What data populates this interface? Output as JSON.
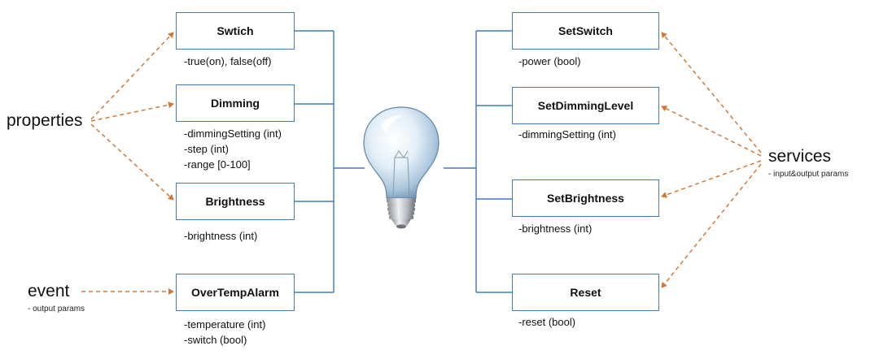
{
  "colors": {
    "box_border": "#3f7bc0",
    "connector": "#3f7bc0",
    "arrow": "#d07a3a"
  },
  "labels": {
    "properties": "properties",
    "event": "event",
    "event_sub": "- output params",
    "services": "services",
    "services_sub": "- input&output params"
  },
  "properties": [
    {
      "name": "Swtich",
      "params": [
        "-true(on), false(off)"
      ]
    },
    {
      "name": "Dimming",
      "params": [
        "-dimmingSetting (int)",
        "-step (int)",
        "-range [0-100]"
      ]
    },
    {
      "name": "Brightness",
      "params": [
        "-brightness (int)"
      ]
    }
  ],
  "event": {
    "name": "OverTempAlarm",
    "params": [
      "-temperature (int)",
      "-switch (bool)"
    ]
  },
  "services": [
    {
      "name": "SetSwitch",
      "params": [
        "-power (bool)"
      ]
    },
    {
      "name": "SetDimmingLevel",
      "params": [
        "-dimmingSetting (int)"
      ]
    },
    {
      "name": "SetBrightness",
      "params": [
        "-brightness (int)"
      ]
    },
    {
      "name": "Reset",
      "params": [
        "-reset (bool)"
      ]
    }
  ],
  "center_icon": "lightbulb-icon"
}
